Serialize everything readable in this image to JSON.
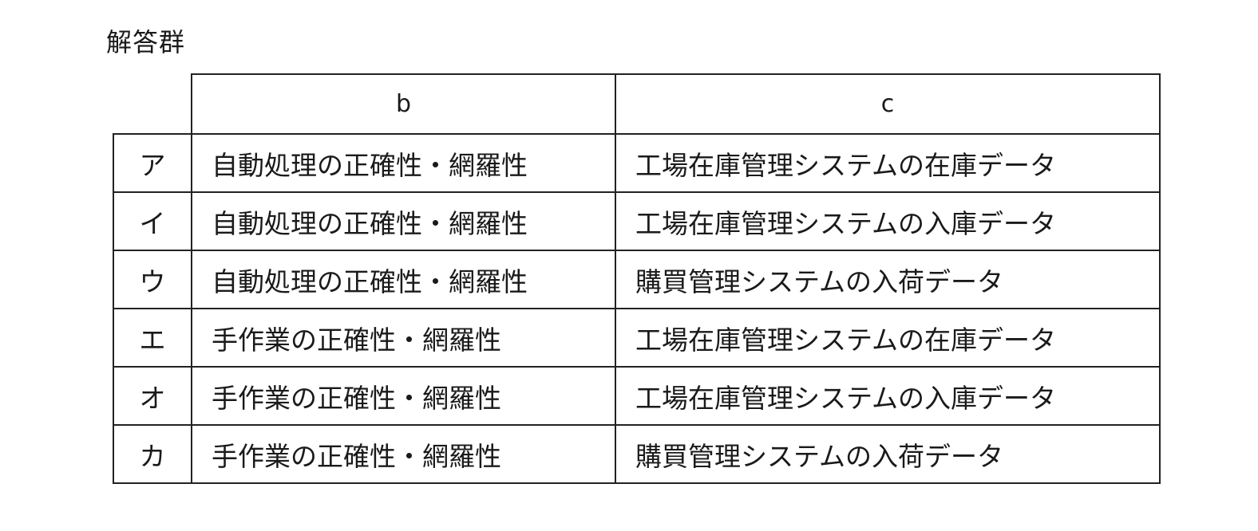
{
  "title": "解答群",
  "headers": {
    "b": "b",
    "c": "c"
  },
  "rows": [
    {
      "label": "ア",
      "b": "自動処理の正確性・網羅性",
      "c": "工場在庫管理システムの在庫データ"
    },
    {
      "label": "イ",
      "b": "自動処理の正確性・網羅性",
      "c": "工場在庫管理システムの入庫データ"
    },
    {
      "label": "ウ",
      "b": "自動処理の正確性・網羅性",
      "c": "購買管理システムの入荷データ"
    },
    {
      "label": "エ",
      "b": "手作業の正確性・網羅性",
      "c": "工場在庫管理システムの在庫データ"
    },
    {
      "label": "オ",
      "b": "手作業の正確性・網羅性",
      "c": "工場在庫管理システムの入庫データ"
    },
    {
      "label": "カ",
      "b": "手作業の正確性・網羅性",
      "c": "購買管理システムの入荷データ"
    }
  ]
}
